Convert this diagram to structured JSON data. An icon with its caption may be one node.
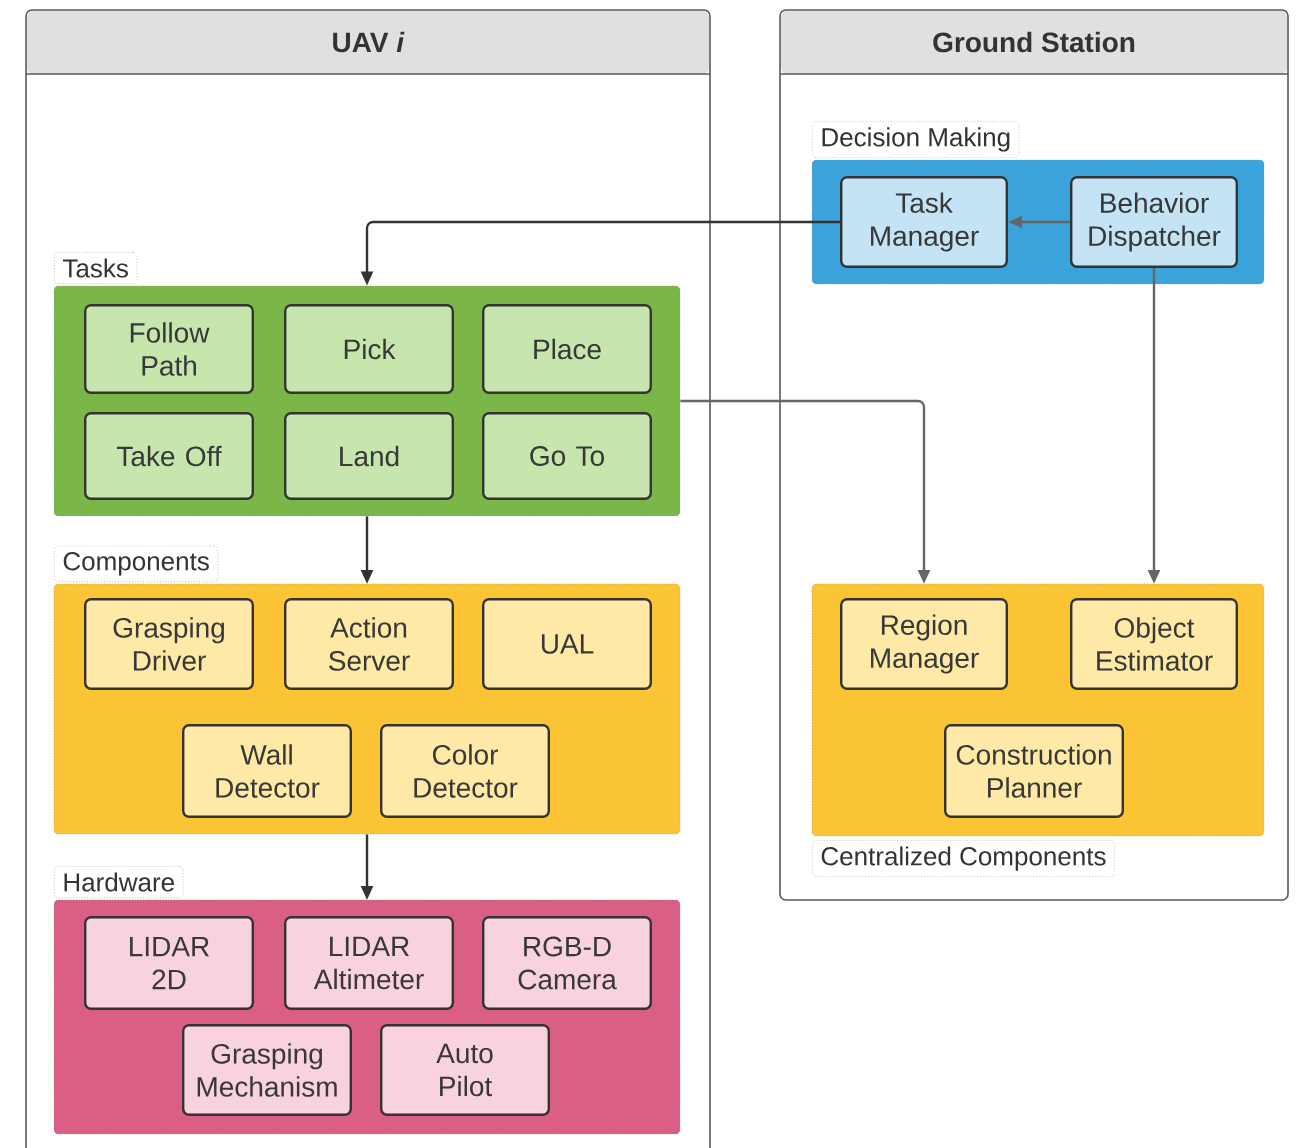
{
  "diagram": {
    "nodes": [
      {
        "text": [
          "UAV *i*"
        ]
      },
      {
        "text": [
          "Ground Station"
        ]
      },
      {
        "text": [
          "Tasks"
        ],
        "in": 0
      },
      {
        "text": [
          "Follow Path"
        ],
        "in": 2
      },
      {
        "text": [
          "Pick"
        ],
        "in": 2
      },
      {
        "text": [
          "Place"
        ],
        "in": 2
      },
      {
        "text": [
          "Take Off"
        ],
        "in": 2
      },
      {
        "text": [
          "Land"
        ],
        "in": 2
      },
      {
        "text": [
          "Go To"
        ],
        "in": 2
      },
      {
        "text": [
          "Components"
        ],
        "in": 0
      },
      {
        "text": [
          "Grasping Driver"
        ],
        "in": 9
      },
      {
        "text": [
          "Action Server"
        ],
        "in": 9
      },
      {
        "text": [
          "UAL"
        ],
        "in": 9
      },
      {
        "text": [
          "Wall Detector"
        ],
        "in": 9
      },
      {
        "text": [
          "Color Detector"
        ],
        "in": 9
      },
      {
        "text": [
          "Hardware"
        ],
        "in": 0
      },
      {
        "text": [
          "LIDAR 2D"
        ],
        "in": 15
      },
      {
        "text": [
          "LIDAR Altimeter"
        ],
        "in": 15
      },
      {
        "text": [
          "RGB-D Camera"
        ],
        "in": 15
      },
      {
        "text": [
          "Grasping Mechanism"
        ],
        "in": 15
      },
      {
        "text": [
          "Auto Pilot"
        ],
        "in": 15
      },
      {
        "text": [
          "Decision Making"
        ],
        "in": 1
      },
      {
        "text": [
          "Task Manager"
        ],
        "in": 21
      },
      {
        "text": [
          "Behavior Dispatcher"
        ],
        "in": 21
      },
      {
        "text": [
          "Centralized Components"
        ],
        "in": 1
      },
      {
        "text": [
          "Region Manager"
        ],
        "in": 24
      },
      {
        "text": [
          "Object Estimator"
        ],
        "in": 24
      },
      {
        "text": [
          "Construction Planner"
        ],
        "in": 24
      }
    ],
    "edges": [
      {
        "from": 23,
        "to": 22,
        "arrow": "to",
        "color": "#666666"
      },
      {
        "from": 22,
        "to": 2,
        "arrow": "to"
      },
      {
        "from": 2,
        "to": 9,
        "arrow": "to"
      },
      {
        "from": 9,
        "to": 15,
        "arrow": "to"
      },
      {
        "from": 2,
        "to": 24,
        "arrow": "to",
        "color": "#666666"
      },
      {
        "from": 23,
        "to": 24,
        "arrow": "to",
        "color": "#666666"
      }
    ]
  }
}
